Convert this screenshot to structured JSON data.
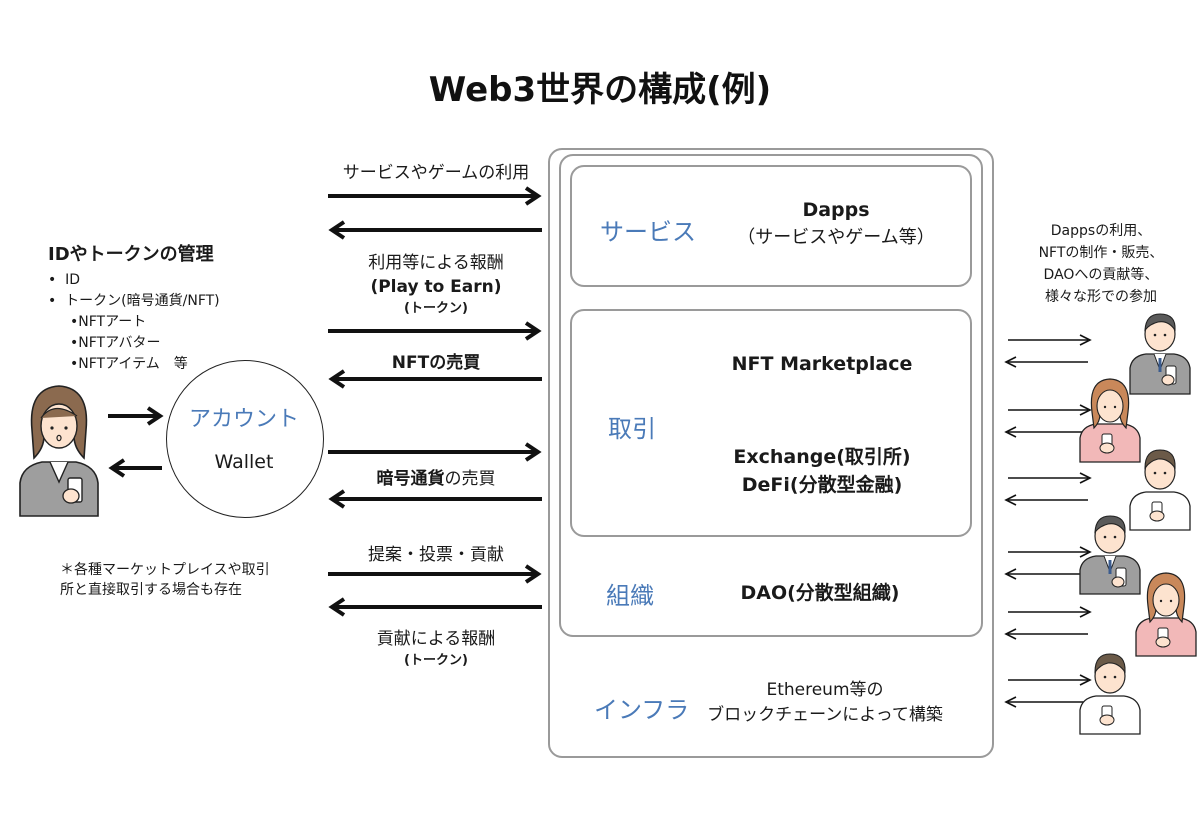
{
  "title": "Web3世界の構成(例)",
  "account": {
    "title": "IDやトークンの管理",
    "items": [
      "ID",
      "トークン(暗号通貨/NFT)"
    ],
    "subitems": [
      "NFTアート",
      "NFTアバター",
      "NFTアイテム　等"
    ],
    "circle_title": "アカウント",
    "circle_sub": "Wallet",
    "note_line1": "＊各種マーケットプレイスや取引",
    "note_line2": "所と直接取引する場合も存在"
  },
  "arrows": {
    "a1": "サービスやゲームの利用",
    "a2_line1": "利用等による報酬",
    "a2_line2": "(Play to Earn)",
    "a2_line3": "(トークン)",
    "a3": "NFTの売買",
    "a4_bold": "暗号通貨",
    "a4_rest": "の売買",
    "a5": "提案・投票・貢献",
    "a6_line1": "貢献による報酬",
    "a6_line2": "(トークン)"
  },
  "layers": {
    "service_label": "サービス",
    "service_title": "Dapps",
    "service_sub": "（サービスやゲーム等）",
    "trade_label": "取引",
    "trade_item1": "NFT Marketplace",
    "trade_item2": "Exchange(取引所)",
    "trade_item3": "DeFi(分散型金融)",
    "org_label": "組織",
    "org_item": "DAO(分散型組織)",
    "infra_label": "インフラ",
    "infra_line1": "Ethereum等の",
    "infra_line2": "ブロックチェーンによって構築"
  },
  "participants": {
    "line1": "Dappsの利用、",
    "line2": "NFTの制作・販売、",
    "line3": "DAOへの貢献等、",
    "line4": "様々な形での参加"
  },
  "colors": {
    "accent": "#4a7ab8",
    "border": "#9a9a9a",
    "pink": "#f2b8b8",
    "gray_suit": "#9e9e9e"
  }
}
